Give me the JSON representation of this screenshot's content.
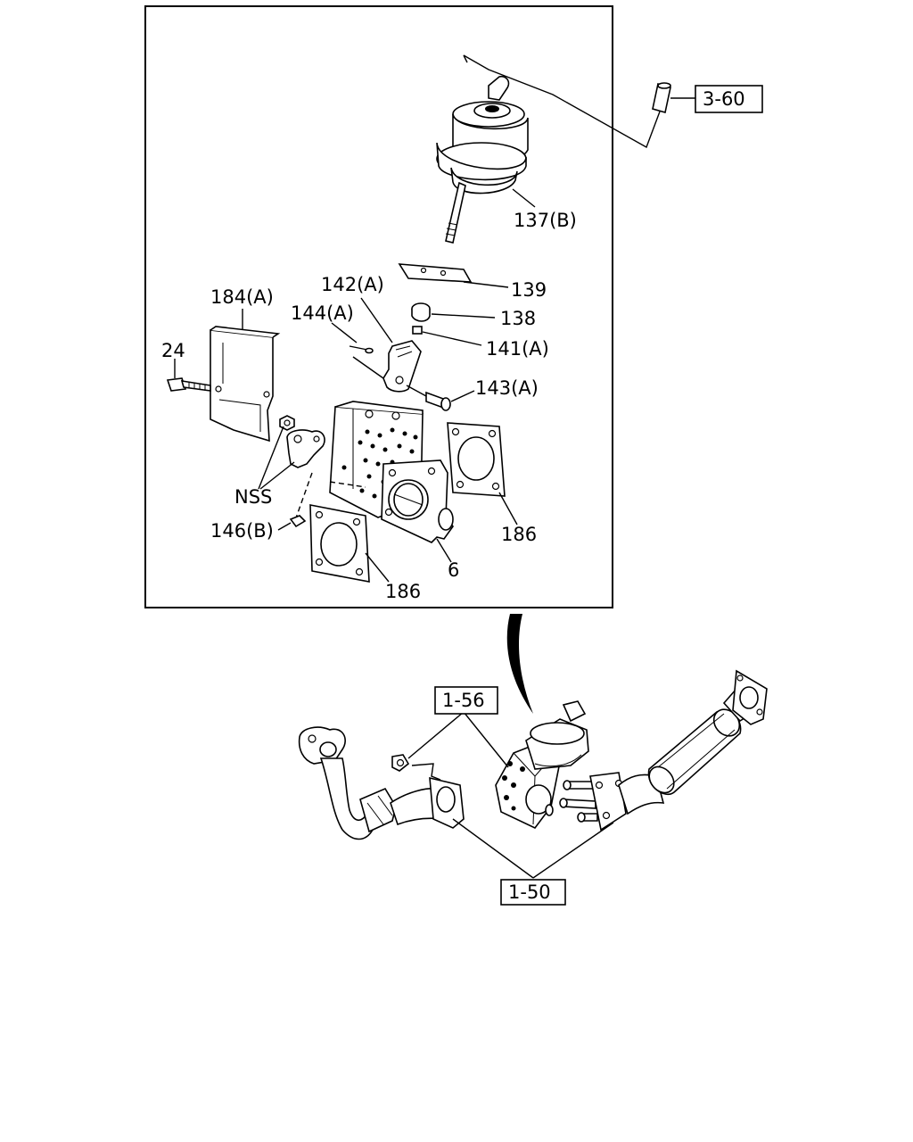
{
  "labels": {
    "p137b": "137(B)",
    "p139": "139",
    "p138": "138",
    "p141a": "141(A)",
    "p142a": "142(A)",
    "p144a": "144(A)",
    "p143a": "143(A)",
    "p184a": "184(A)",
    "p24": "24",
    "nss": "NSS",
    "p146b": "146(B)",
    "p186_left": "186",
    "p186_right": "186",
    "p6": "6"
  },
  "refs": {
    "r3_60": "3-60",
    "r1_56": "1-56",
    "r1_50": "1-50"
  }
}
